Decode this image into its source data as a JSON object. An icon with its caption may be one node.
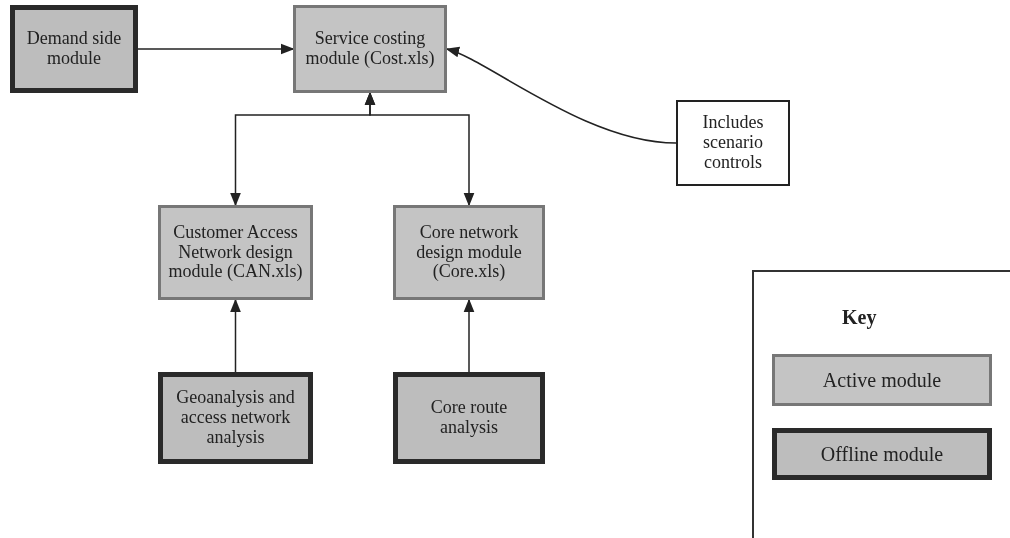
{
  "diagram": {
    "nodes": [
      {
        "text": [
          "Demand side module"
        ]
      },
      {
        "text": [
          "Service costing module (Cost.xls)"
        ]
      },
      {
        "text": [
          "Includes scenario controls"
        ]
      },
      {
        "text": [
          "Customer Access Network design module (CAN.xls)"
        ]
      },
      {
        "text": [
          "Core network design module (Core.xls)"
        ]
      },
      {
        "text": [
          "Geoanalysis and access network analysis"
        ]
      },
      {
        "text": [
          "Core route analysis"
        ]
      }
    ],
    "edges": [
      {
        "from": 0,
        "to": 1,
        "arrow": "to"
      },
      {
        "from": 2,
        "to": 1,
        "arrow": "to"
      },
      {
        "from": 1,
        "to": 3,
        "arrow": "both"
      },
      {
        "from": 1,
        "to": 4,
        "arrow": "both"
      },
      {
        "from": 5,
        "to": 3,
        "arrow": "to"
      },
      {
        "from": 6,
        "to": 4,
        "arrow": "to"
      }
    ],
    "labels": [
      "Key"
    ],
    "legend": [
      {
        "text": "Active module"
      },
      {
        "text": "Offline module"
      }
    ]
  }
}
